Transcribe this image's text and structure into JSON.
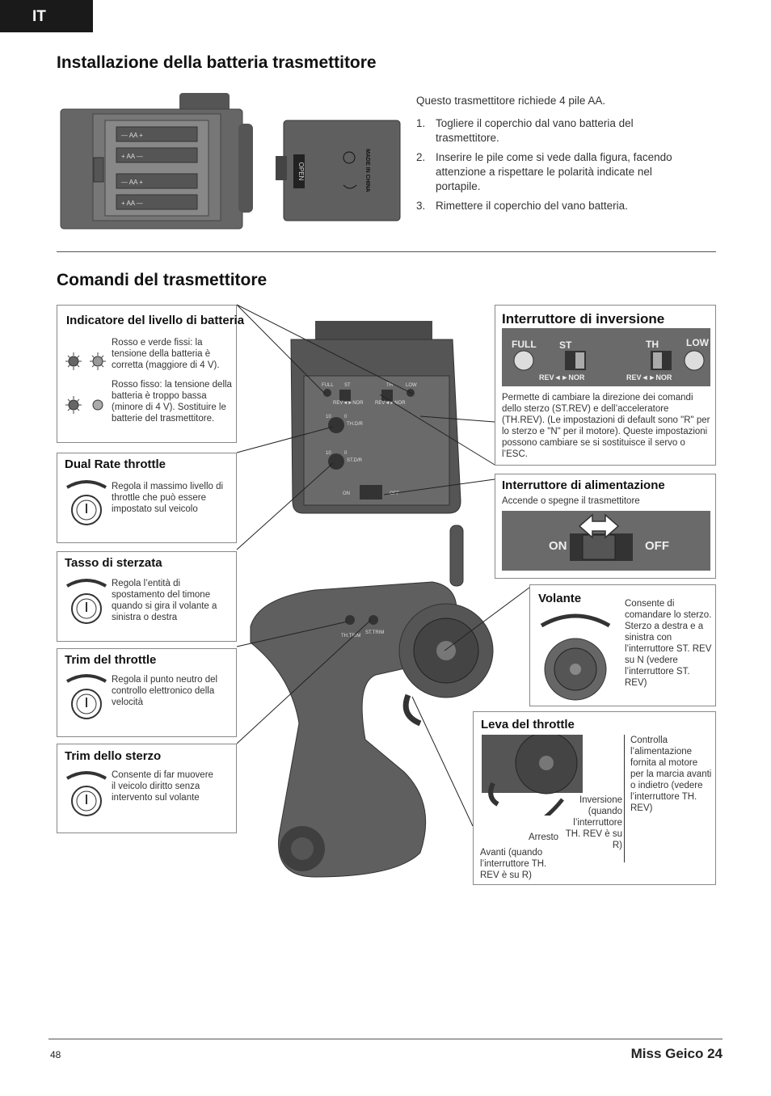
{
  "lang_tab": "IT",
  "section1": {
    "title": "Installazione della batteria trasmettitore",
    "intro": "Questo trasmettitore richiede 4 pile AA.",
    "steps": [
      {
        "num": "1.",
        "text": "Togliere il coperchio dal vano batteria del trasmettitore."
      },
      {
        "num": "2.",
        "text": "Inserire le pile come si vede dalla figura, facendo attenzione a rispettare le polarità indicate nel portapile."
      },
      {
        "num": "3.",
        "text": "Rimettere il coperchio del vano batteria."
      }
    ],
    "cover_open": "OPEN",
    "cover_made": "MADE IN CHINA"
  },
  "section2": {
    "title": "Comandi del trasmettitore",
    "battery_indicator": {
      "title": "Indicatore del livello di batteria",
      "item1": "Rosso e verde fissi: la tensione della batteria è corretta (maggiore di 4 V).",
      "item2": "Rosso fisso: la tensione della batteria è troppo bassa (minore di 4 V). Sostituire le batterie del trasmettitore."
    },
    "dual_rate": {
      "title": "Dual Rate throttle",
      "text": "Regola il massimo livello di throttle che può essere impostato sul veicolo"
    },
    "steering_rate": {
      "title": "Tasso di sterzata",
      "text": "Regola l’entità di spostamento del timone quando si gira il volante a sinistra o destra"
    },
    "throttle_trim": {
      "title": "Trim del throttle",
      "text": "Regola il punto neutro del controllo elettronico della velocità"
    },
    "steering_trim": {
      "title": "Trim dello sterzo",
      "text": "Consente di far muovere il veicolo diritto senza intervento sul volante"
    },
    "reverse_switch": {
      "title": "Interruttore di inversione",
      "full": "FULL",
      "st": "ST",
      "th": "TH",
      "low": "LOW",
      "rev_nor": "REV◄►NOR",
      "text": "Permette di cambiare la direzione dei comandi dello sterzo (ST.REV) e dell’acceleratore (TH.REV). (Le impostazioni di default sono \"R\" per lo sterzo e \"N\" per il motore). Queste impostazioni possono cambiare se si sostituisce il servo o l’ESC."
    },
    "power_switch": {
      "title": "Interruttore di alimentazione",
      "text": "Accende o spegne il trasmettitore",
      "on": "ON",
      "off": "OFF"
    },
    "wheel": {
      "title": "Volante",
      "text": "Consente di comandare lo sterzo. Sterzo a destra e a sinistra con l’interruttore ST. REV su N (vedere l’interruttore ST. REV)"
    },
    "throttle_lever": {
      "title": "Leva del throttle",
      "text": "Controlla l’alimentazione fornita al motore per la marcia avanti o indietro (vedere l’interruttore TH. REV)",
      "reverse": "Inversione (quando l’interruttore TH. REV è su R)",
      "stop": "Arresto",
      "forward": "Avanti (quando l’interruttore TH. REV è su R)"
    },
    "panel_labels": {
      "full": "FULL",
      "st": "ST",
      "th": "TH",
      "low": "LOW",
      "rev_nor": "REV◄►NOR",
      "thdr": "TH.D/R",
      "stdr": "ST.D/R",
      "ten": "10",
      "zero": "0",
      "on": "ON",
      "off": "OFF",
      "thtrim": "TH.TRIM",
      "sttrim": "ST.TRIM"
    }
  },
  "footer": {
    "page": "48",
    "title": "Miss Geico 24"
  },
  "colors": {
    "device": "#5f5f5f",
    "device_dark": "#3f3f3f",
    "text": "#333333",
    "tab": "#1a1a1a"
  }
}
